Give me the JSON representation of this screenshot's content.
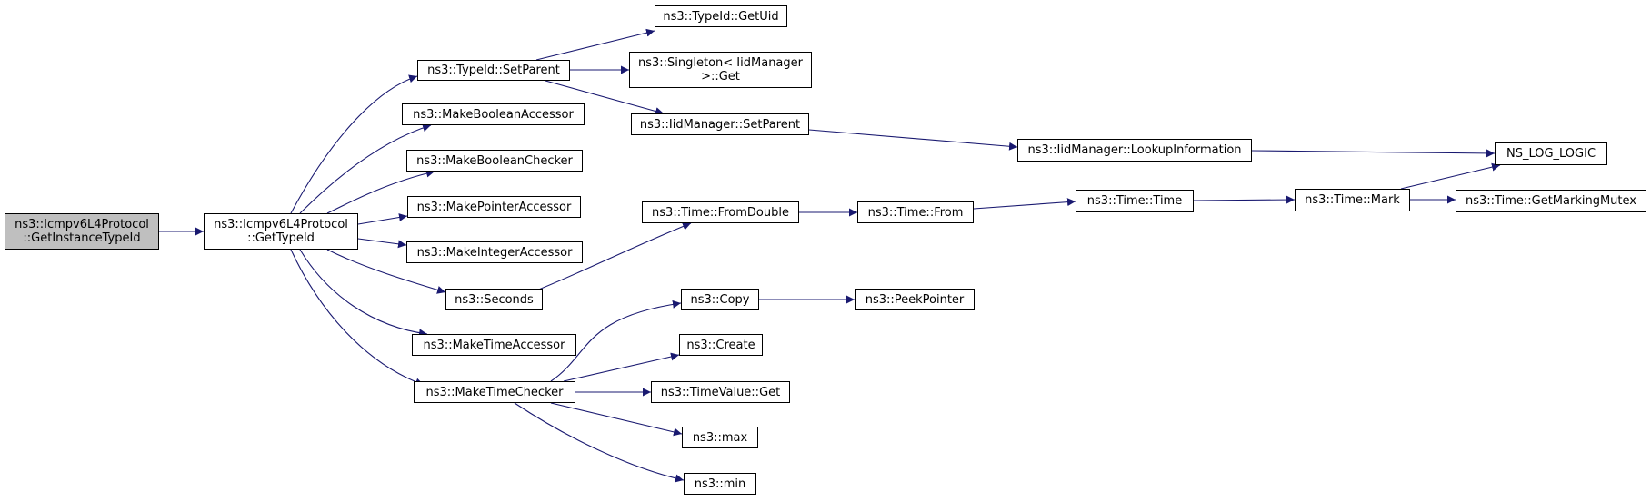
{
  "colors": {
    "edge": "#191970",
    "root_fill": "#bfbfbf",
    "node_fill": "#ffffff",
    "node_border": "#000000"
  },
  "nodes": {
    "get_instance_type_id": [
      "ns3::Icmpv6L4Protocol",
      "::GetInstanceTypeId"
    ],
    "get_type_id": [
      "ns3::Icmpv6L4Protocol",
      "::GetTypeId"
    ],
    "typeid_set_parent": [
      "ns3::TypeId::SetParent"
    ],
    "make_boolean_accessor": [
      "ns3::MakeBooleanAccessor"
    ],
    "make_boolean_checker": [
      "ns3::MakeBooleanChecker"
    ],
    "make_pointer_accessor": [
      "ns3::MakePointerAccessor"
    ],
    "make_integer_accessor": [
      "ns3::MakeIntegerAccessor"
    ],
    "seconds": [
      "ns3::Seconds"
    ],
    "make_time_accessor": [
      "ns3::MakeTimeAccessor"
    ],
    "make_time_checker": [
      "ns3::MakeTimeChecker"
    ],
    "typeid_get_uid": [
      "ns3::TypeId::GetUid"
    ],
    "singleton_get": [
      "ns3::Singleton< IidManager",
      ">::Get"
    ],
    "iidmanager_set_parent": [
      "ns3::IidManager::SetParent"
    ],
    "time_from_double": [
      "ns3::Time::FromDouble"
    ],
    "copy": [
      "ns3::Copy"
    ],
    "create": [
      "ns3::Create"
    ],
    "timevalue_get": [
      "ns3::TimeValue::Get"
    ],
    "max": [
      "ns3::max"
    ],
    "min": [
      "ns3::min"
    ],
    "time_from": [
      "ns3::Time::From"
    ],
    "peek_pointer": [
      "ns3::PeekPointer"
    ],
    "lookup_information": [
      "ns3::IidManager::LookupInformation"
    ],
    "time_time": [
      "ns3::Time::Time"
    ],
    "ns_log_logic": [
      "NS_LOG_LOGIC"
    ],
    "time_mark": [
      "ns3::Time::Mark"
    ],
    "get_marking_mutex": [
      "ns3::Time::GetMarkingMutex"
    ]
  }
}
